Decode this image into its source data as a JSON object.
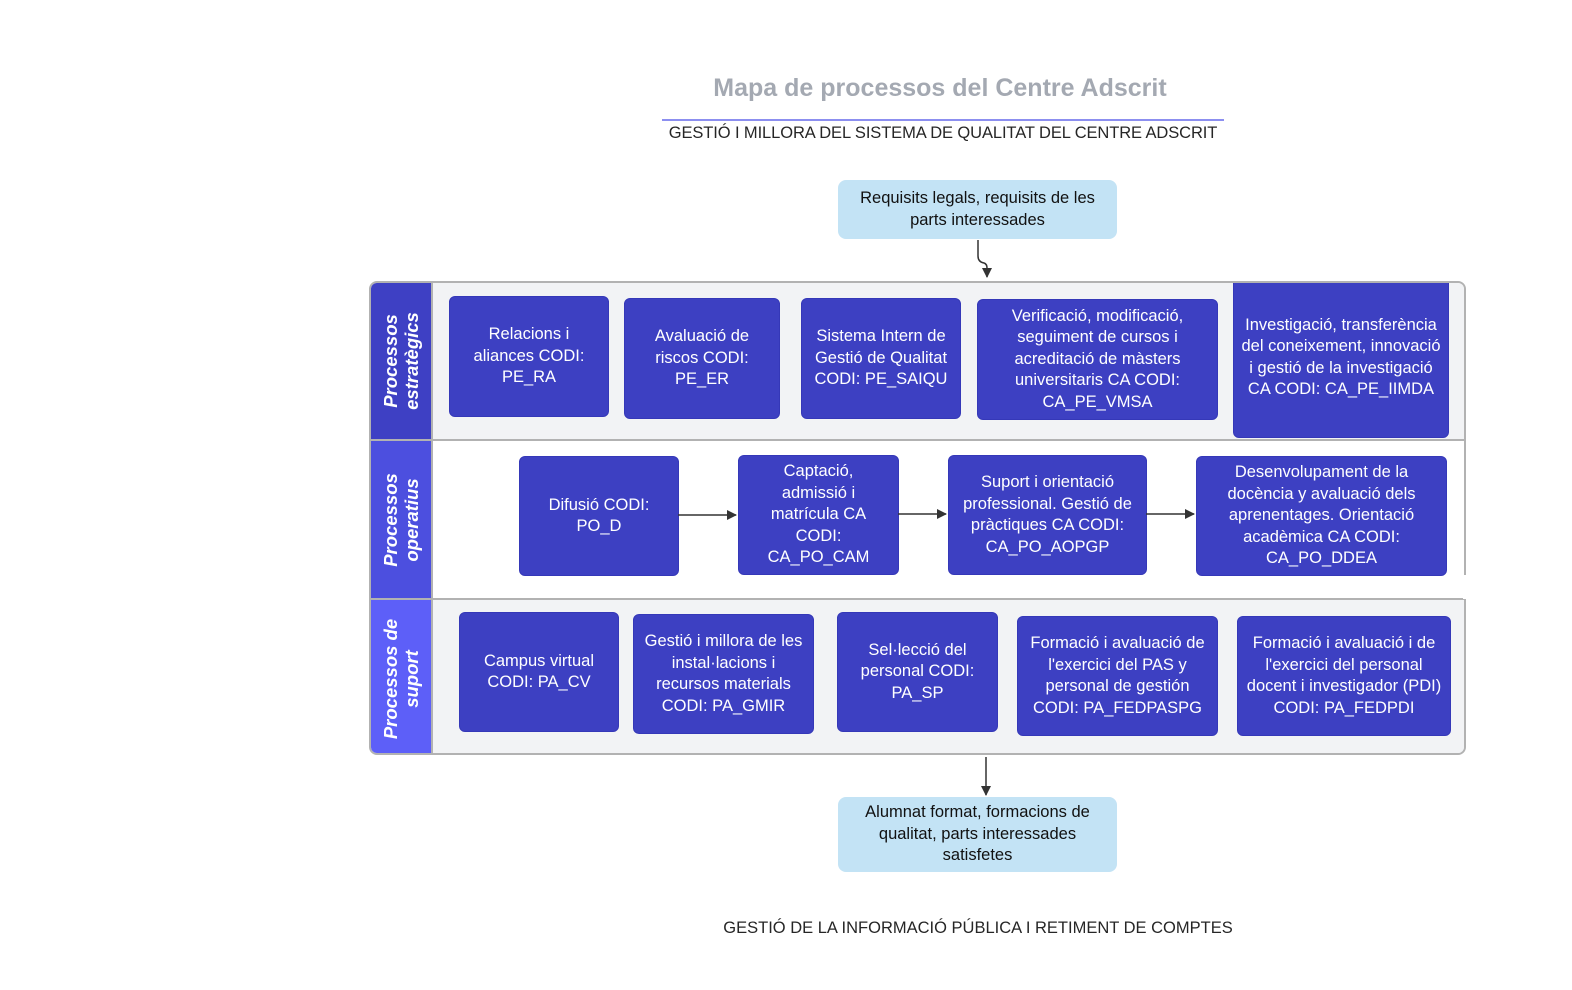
{
  "header": {
    "title": "Mapa de processos del Centre Adscrit",
    "subtitle": "GESTIÓ I MILLORA DEL SISTEMA DE QUALITAT DEL CENTRE ADSCRIT"
  },
  "input": {
    "text": "Requisits legals, requisits de les parts interessades"
  },
  "output": {
    "text": "Alumnat format, formacions de qualitat, parts interessades satisfetes"
  },
  "footer": {
    "text": "GESTIÓ DE LA INFORMACIÓ PÚBLICA I RETIMENT DE COMPTES"
  },
  "colors": {
    "process_box": "#3d40c2",
    "lane_strategic": "#3e40c4",
    "lane_operative": "#4c4fdf",
    "lane_support": "#5d5ff8",
    "io_box": "#c3e3f5",
    "title": "#a4a9b2",
    "title_rule": "#8c8ff0"
  },
  "lanes": {
    "strategic": {
      "label_line1": "Processos",
      "label_line2": "estratègics",
      "processes": [
        {
          "name": "Relacions i aliances",
          "code": "CODI:  PE_RA",
          "text": "Relacions i aliances CODI:  PE_RA"
        },
        {
          "name": "Avaluació de riscos",
          "code": "CODI: PE_ER",
          "text": "Avaluació de riscos  CODI: PE_ER"
        },
        {
          "name": "Sistema Intern de Gestió de Qualitat",
          "code": "CODI:  PE_SAIQU",
          "text": "Sistema Intern de Gestió de Qualitat CODI:  PE_SAIQU"
        },
        {
          "name": "Verificació, modificació, seguiment de cursos i acreditació de màsters universitaris CA",
          "code": "CODI: CA_PE_VMSA",
          "text": "Verificació, modificació, seguiment de cursos i acreditació de màsters universitaris CA  CODI: CA_PE_VMSA"
        },
        {
          "name": "Investigació, transferència del coneixement, innovació i gestió de la investigació CA",
          "code": "CODI: CA_PE_IIMDA",
          "text": "Investigació, transferència del coneixement, innovació i gestió de la investigació CA CODI: CA_PE_IIMDA"
        }
      ]
    },
    "operative": {
      "label_line1": "Processos",
      "label_line2": "operatius",
      "processes": [
        {
          "name": "Difusió",
          "code": "CODI: PO_D",
          "text": "Difusió CODI: PO_D"
        },
        {
          "name": "Captació, admissió i matrícula CA",
          "code": "CODI: CA_PO_CAM",
          "text": "Captació, admissió i matrícula CA CODI: CA_PO_CAM"
        },
        {
          "name": "Suport i orientació professional. Gestió de pràctiques CA",
          "code": "CODI: CA_PO_AOPGP",
          "text": "Suport i orientació professional. Gestió de pràctiques CA CODI: CA_PO_AOPGP"
        },
        {
          "name": "Desenvolupament de la docència y avaluació dels aprenentages. Orientació acadèmica CA",
          "code": "CODI: CA_PO_DDEA",
          "text": "Desenvolupament de la docència y avaluació dels aprenentages. Orientació acadèmica CA  CODI: CA_PO_DDEA"
        }
      ]
    },
    "support": {
      "label_line1": "Processos de",
      "label_line2": "suport",
      "processes": [
        {
          "name": "Campus virtual",
          "code": "CODI: PA_CV",
          "text": "Campus virtual CODI: PA_CV"
        },
        {
          "name": "Gestió i millora de les instal·lacions i recursos materials",
          "code": "CODI: PA_GMIR",
          "text": "Gestió i millora de les instal·lacions i recursos materials CODI: PA_GMIR"
        },
        {
          "name": "Sel·lecció del personal",
          "code": "CODI: PA_SP",
          "text": "Sel·lecció del personal CODI: PA_SP"
        },
        {
          "name": "Formació i avaluació de l'exercici del PAS y personal de gestión",
          "code": "CODI: PA_FEDPASPG",
          "text": "Formació i avaluació de l'exercici del PAS y personal de gestión CODI:  PA_FEDPASPG"
        },
        {
          "name": "Formació i avaluació i de l'exercici del personal docent i investigador (PDI)",
          "code": "CODI: PA_FEDPDI",
          "text": "Formació i avaluació i de l'exercici del personal docent i investigador (PDI) CODI: PA_FEDPDI"
        }
      ]
    }
  }
}
